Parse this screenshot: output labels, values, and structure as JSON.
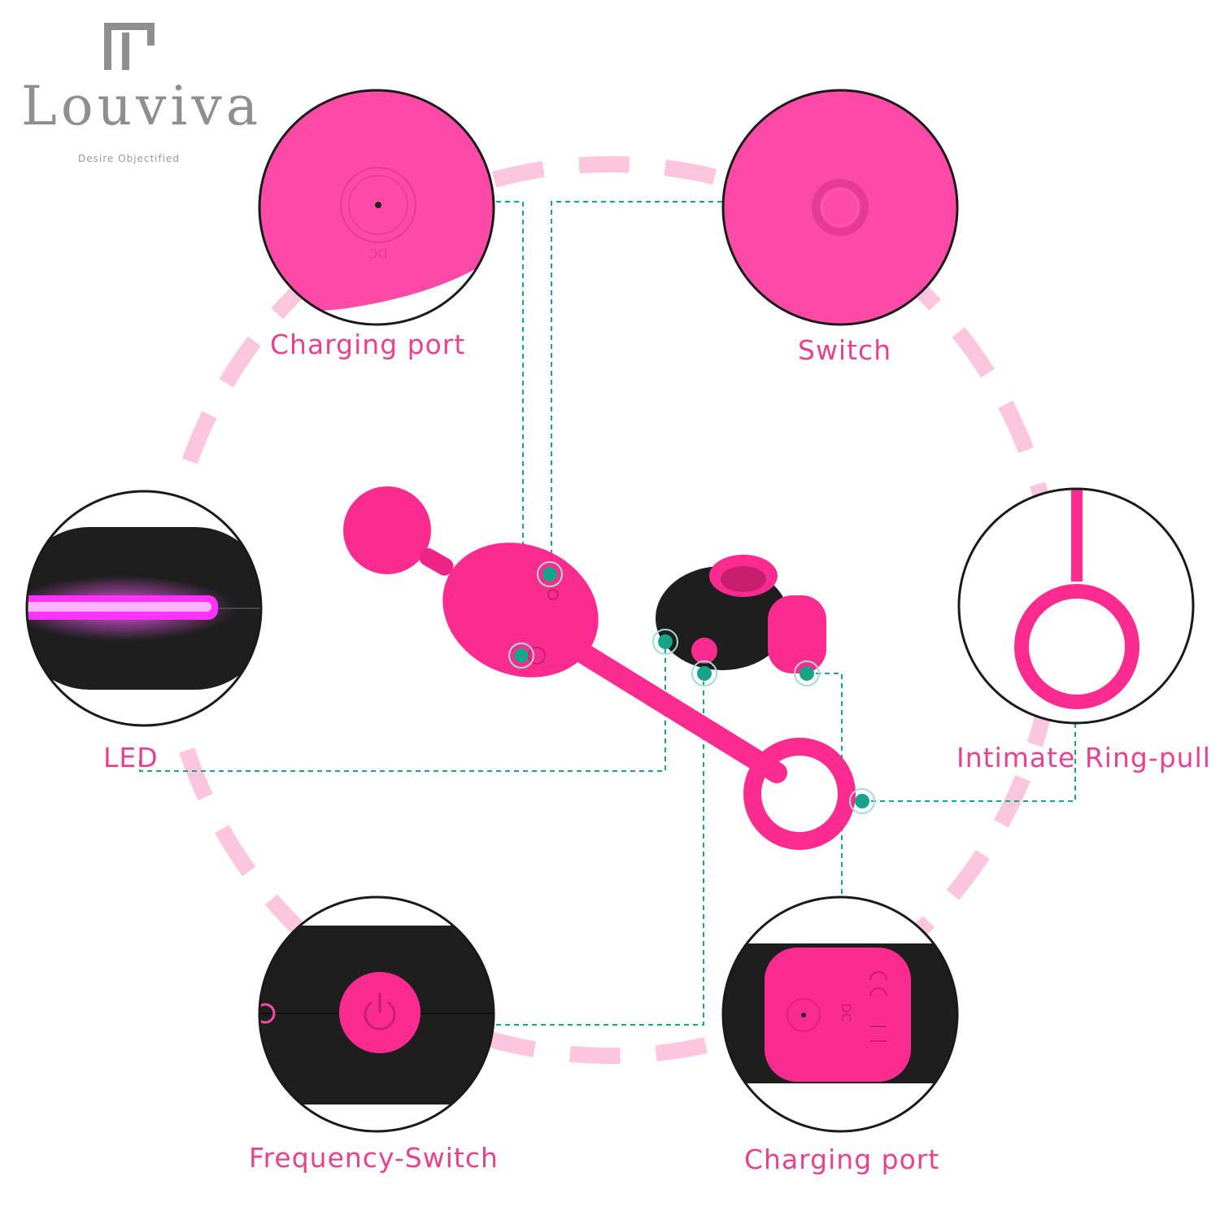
{
  "brand": {
    "name": "Louviva",
    "tagline": "Desire Objectified"
  },
  "colors": {
    "accent_pink": "#e8418f",
    "product_pink": "#fb2b8f",
    "dash_pink": "#fcc6de",
    "device_black": "#1e1e1e",
    "connector_teal": "#17a589"
  },
  "callouts": {
    "charging_port_top": "Charging port",
    "switch": "Switch",
    "led": "LED",
    "intimate_ring_pull": "Intimate Ring-pull",
    "frequency_switch": "Frequency-Switch",
    "charging_port_bottom": "Charging port"
  },
  "markings": {
    "dc": "DC"
  }
}
